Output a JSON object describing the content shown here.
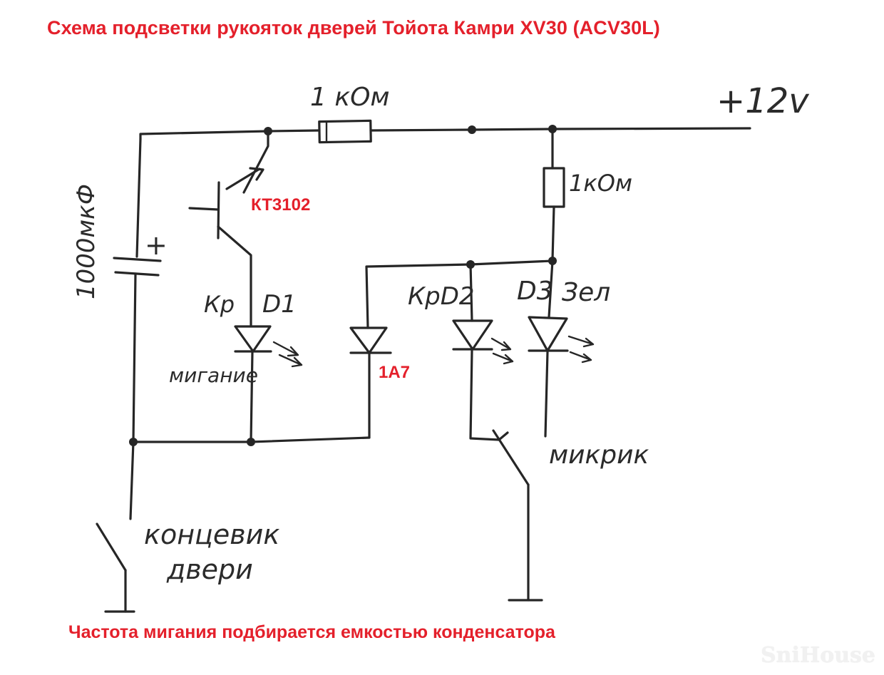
{
  "title": "Схема подсветки рукояток дверей Тойота Камри XV30 (ACV30L)",
  "footer": "Частота мигания подбирается емкостью конденсатора",
  "labels": {
    "supply": "+12v",
    "resistor_top": "1 кОм",
    "resistor_right": "1кОм",
    "capacitor": "1000мкФ",
    "capacitor_plus": "+",
    "transistor": "КТ3102",
    "d1_color": "Кр",
    "d1_name": "D1",
    "d1_note": "мигание",
    "diode": "1А7",
    "d2_label": "КрD2",
    "d3_label": "D3",
    "d3_color": "Зел",
    "microswitch": "микрик",
    "door_switch_line1": "концевик",
    "door_switch_line2": "двери"
  },
  "watermark": "SniHouse",
  "colors": {
    "accent": "#e4202b",
    "ink": "#262626",
    "background": "#ffffff"
  }
}
